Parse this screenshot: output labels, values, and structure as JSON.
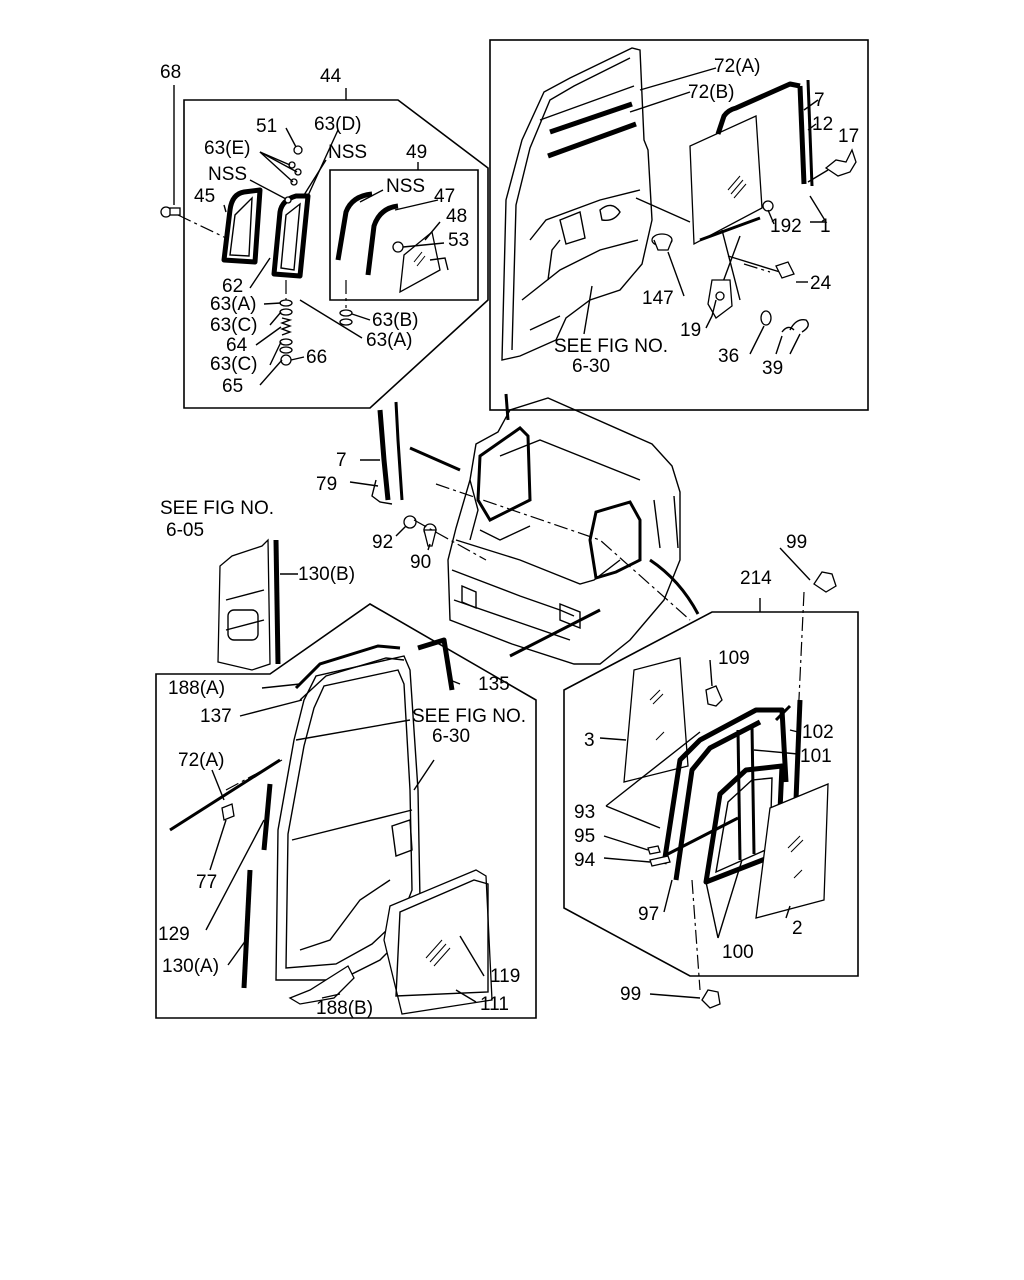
{
  "labels": {
    "l68": "68",
    "l44": "44",
    "l51": "51",
    "l63d": "63(D)",
    "l63e": "63(E)",
    "lnss1": "NSS",
    "lnss2": "NSS",
    "lnss3": "NSS",
    "l49": "49",
    "l45": "45",
    "l47": "47",
    "l48": "48",
    "l53": "53",
    "l62": "62",
    "l63a1": "63(A)",
    "l63c1": "63(C)",
    "l64": "64",
    "l63c2": "63(C)",
    "l65": "65",
    "l66": "66",
    "l63b": "63(B)",
    "l63a2": "63(A)",
    "l72a1": "72(A)",
    "l72b": "72(B)",
    "l7a": "7",
    "l12": "12",
    "l17": "17",
    "l192": "192",
    "l1": "1",
    "l24": "24",
    "l147": "147",
    "lsee1a": "SEE FIG NO.",
    "lsee1b": "6-30",
    "l19": "19",
    "l36": "36",
    "l39": "39",
    "l7b": "7",
    "l79": "79",
    "l92": "92",
    "l90": "90",
    "lsee2a": "SEE FIG NO.",
    "lsee2b": "6-05",
    "l130b": "130(B)",
    "l99a": "99",
    "l214": "214",
    "l109": "109",
    "l3": "3",
    "l102": "102",
    "l101": "101",
    "l93": "93",
    "l95": "95",
    "l94": "94",
    "l97": "97",
    "l100": "100",
    "l2": "2",
    "l99b": "99",
    "l188a": "188(A)",
    "l135": "135",
    "l137": "137",
    "lsee3a": "SEE FIG NO.",
    "lsee3b": "6-30",
    "l72a2": "72(A)",
    "l77": "77",
    "l129": "129",
    "l130a": "130(A)",
    "l188b": "188(B)",
    "l119": "119",
    "l111": "111"
  }
}
